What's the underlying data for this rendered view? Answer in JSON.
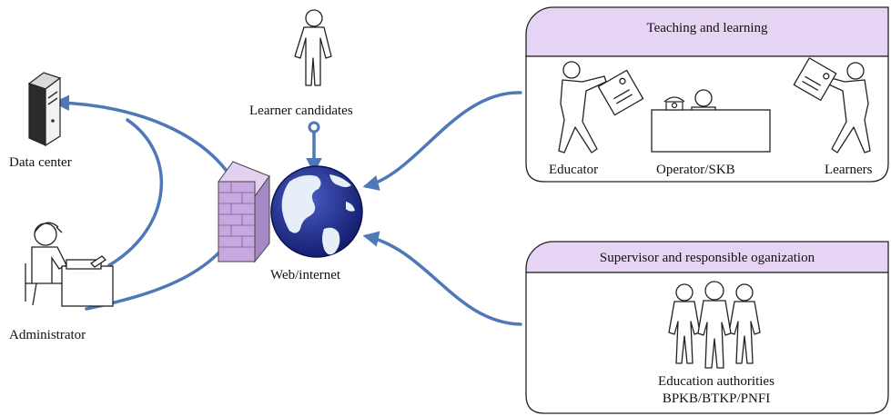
{
  "colors": {
    "arrow": "#4f78b8",
    "panel_header": "#e6d4f5",
    "globe_land": "#e6eef8",
    "globe_ocean": "#1f2c8a",
    "firewall": "#c7a9e0"
  },
  "nodes": {
    "data_center": "Data center",
    "administrator": "Administrator",
    "learner_candidates": "Learner candidates",
    "web_internet": "Web/internet"
  },
  "panels": {
    "teaching": {
      "title": "Teaching and learning",
      "educator": "Educator",
      "operator": "Operator/SKB",
      "learners": "Learners"
    },
    "supervisor": {
      "title": "Supervisor and responsible oganization",
      "authorities_line1": "Education authorities",
      "authorities_line2": "BPKB/BTKP/PNFI"
    }
  },
  "icons": [
    "server-icon",
    "administrator-computer-icon",
    "person-icon",
    "firewall-icon",
    "globe-icon",
    "telephone-icon",
    "group-icon"
  ]
}
